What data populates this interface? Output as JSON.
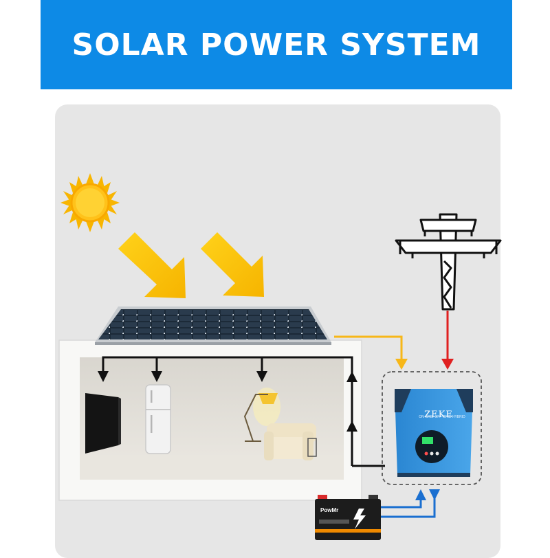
{
  "header": {
    "title": "SOLAR POWER SYSTEM"
  },
  "inverter": {
    "brand": "ZEKE",
    "mode_text": "ON-GRID OFF-GRID HYBRID"
  },
  "battery": {
    "brand": "PowMr"
  },
  "icons": {
    "sun": "sun-icon",
    "grid_tower": "power-tower-icon",
    "solar_panel": "solar-panel-icon",
    "tv": "tv-icon",
    "fridge": "fridge-icon",
    "lamp": "floor-lamp-icon",
    "sofa": "sofa-icon",
    "battery": "battery-icon"
  },
  "colors": {
    "header_bg": "#0d8ae6",
    "solar_line": "#f7b718",
    "grid_line": "#e02020",
    "battery_line": "#1a6fd0",
    "load_line": "#111111",
    "inverter_blue": "#2f8fd8"
  }
}
